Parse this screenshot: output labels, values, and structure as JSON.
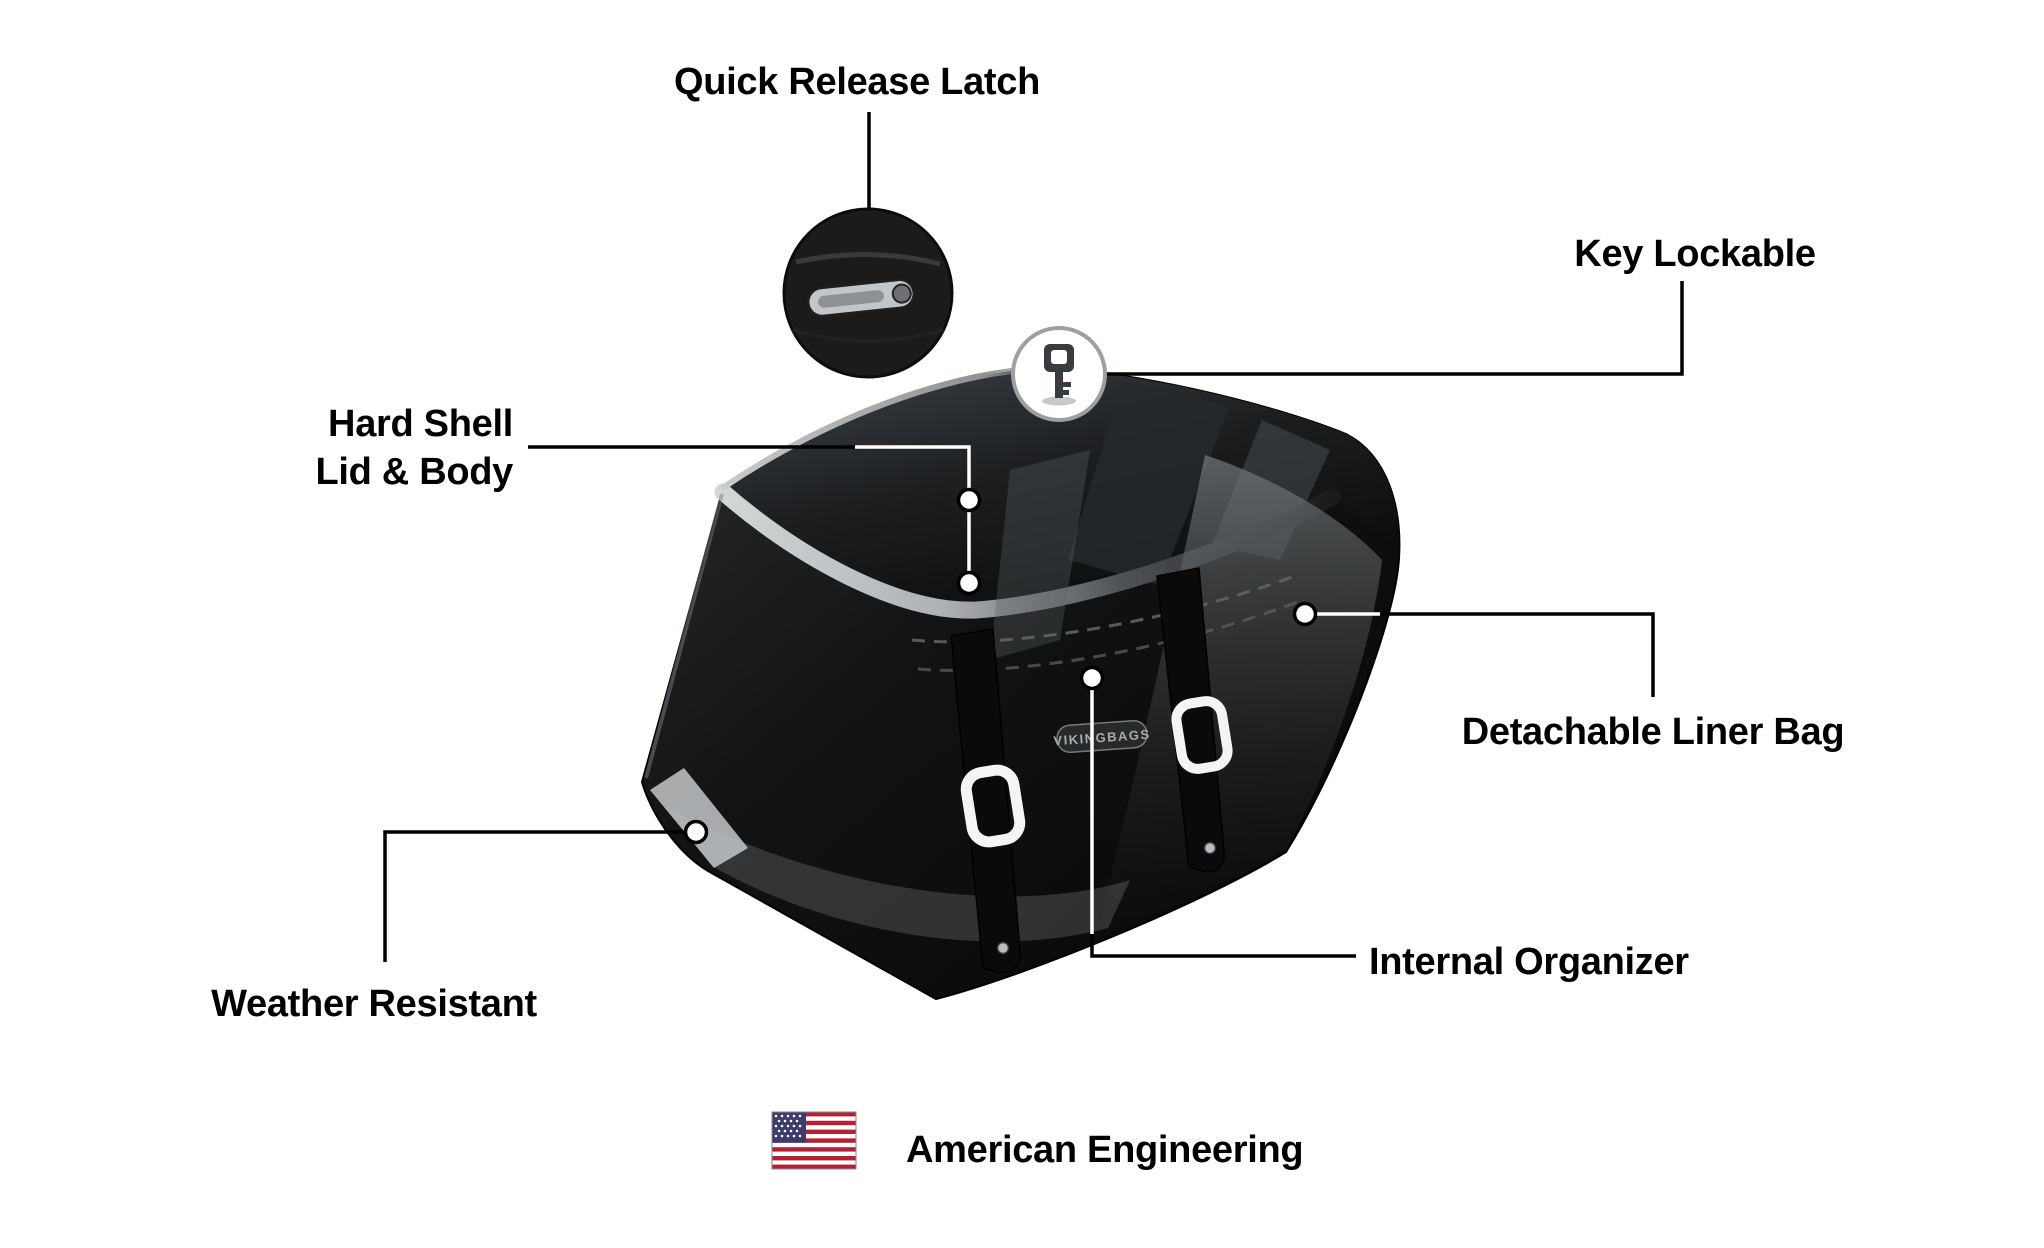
{
  "page": {
    "background": "#ffffff",
    "description": "Motorcycle hard saddlebag feature callout diagram"
  },
  "callouts": {
    "quick_release_latch": "Quick Release Latch",
    "key_lockable": "Key Lockable",
    "hard_shell_line1": "Hard Shell",
    "hard_shell_line2": "Lid & Body",
    "detachable_liner_bag": "Detachable Liner Bag",
    "weather_resistant": "Weather Resistant",
    "internal_organizer": "Internal Organizer"
  },
  "footer": {
    "american_engineering": "American Engineering"
  },
  "product": {
    "logo_text": "VIKINGBAGS"
  },
  "colors": {
    "label_text": "#000000",
    "callout_line": "#000000",
    "callout_line_on_bag": "#ffffff",
    "bag_black": "#0d0e0f",
    "chrome_trim": "#c6c9cb",
    "buckle_white": "#f3f4f4",
    "flag_red": "#B22234",
    "flag_blue": "#3C3B6E",
    "flag_white": "#FFFFFF"
  }
}
